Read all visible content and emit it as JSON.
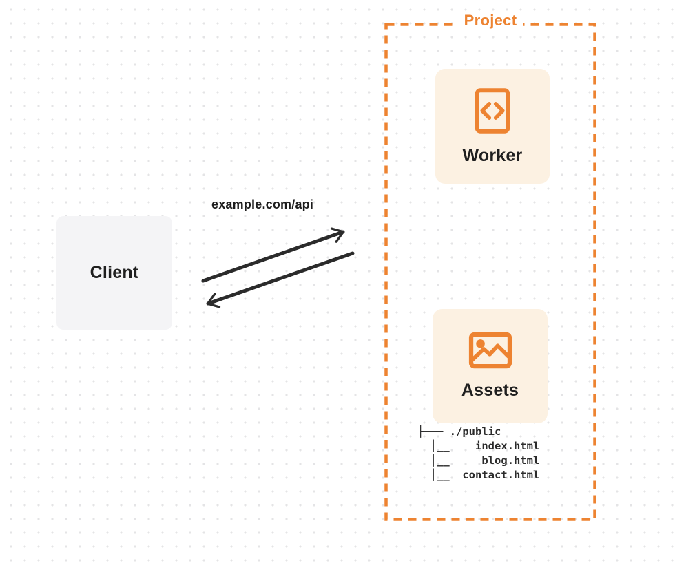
{
  "client": {
    "label": "Client"
  },
  "request": {
    "url_label": "example.com/api"
  },
  "project": {
    "label": "Project",
    "worker": {
      "label": "Worker",
      "icon": "code-document-icon"
    },
    "assets": {
      "label": "Assets",
      "icon": "image-icon"
    },
    "file_tree": "├─── ./public\n  │__    index.html\n  │__     blog.html\n  │__  contact.html"
  },
  "colors": {
    "accent_orange": "#ed8331",
    "card_cream": "#fcf1e2",
    "card_gray": "#f4f4f6",
    "ink": "#1f1f1f",
    "arrow": "#2b2b2b",
    "grid_dot": "#e4e4e6"
  }
}
